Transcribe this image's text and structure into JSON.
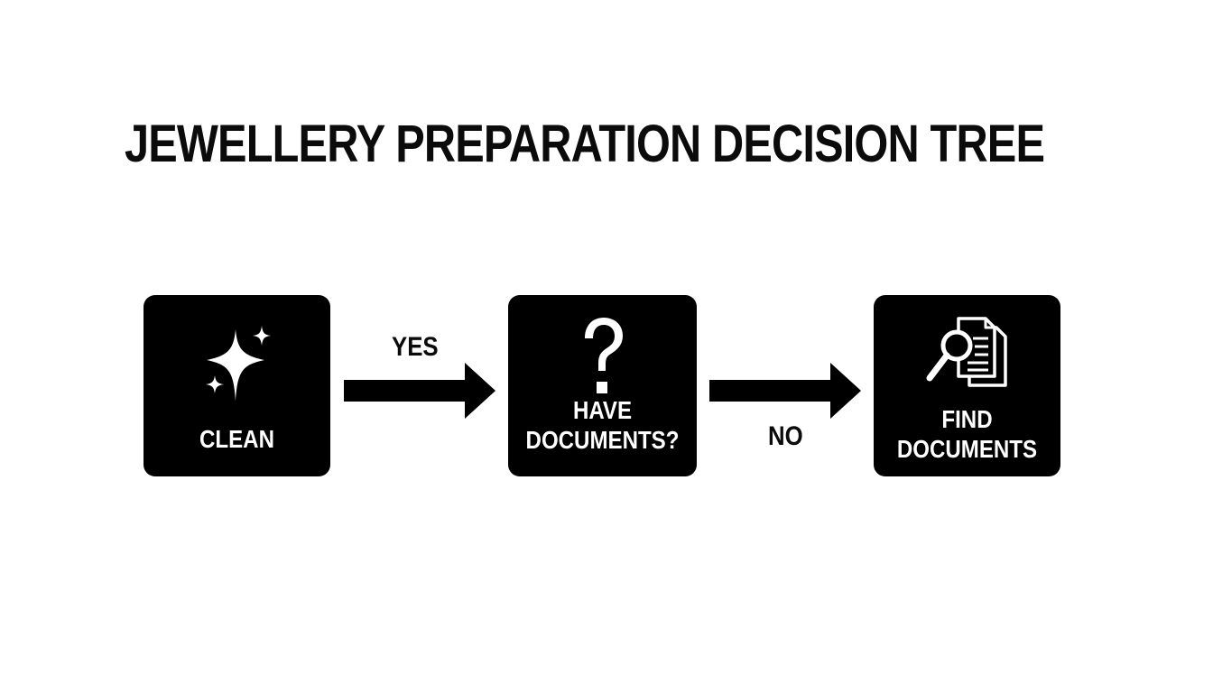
{
  "title": "JEWELLERY PREPARATION DECISION TREE",
  "colors": {
    "background": "#ffffff",
    "node_fill": "#000000",
    "node_text": "#ffffff",
    "arrow": "#000000"
  },
  "nodes": [
    {
      "label_lines": [
        "CLEAN"
      ],
      "icon": "sparkles-icon"
    },
    {
      "label_lines": [
        "HAVE",
        "DOCUMENTS?"
      ],
      "icon": "question-mark-icon"
    },
    {
      "label_lines": [
        "FIND",
        "DOCUMENTS"
      ],
      "icon": "document-search-icon"
    }
  ],
  "edges": [
    {
      "from": "CLEAN",
      "to": "HAVE DOCUMENTS?",
      "label": "YES"
    },
    {
      "from": "HAVE DOCUMENTS?",
      "to": "FIND DOCUMENTS",
      "label": "NO"
    }
  ]
}
